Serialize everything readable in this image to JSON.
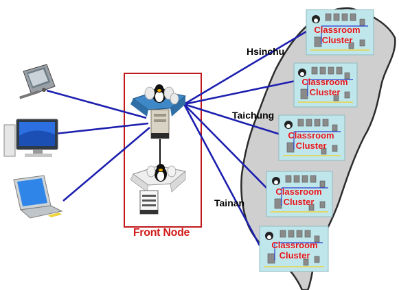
{
  "front_node": {
    "title": "Front Node"
  },
  "cities": [
    {
      "id": "hsinchu",
      "label": "Hsinchu"
    },
    {
      "id": "taichung",
      "label": "Taichung"
    },
    {
      "id": "tainan",
      "label": "Tainan"
    }
  ],
  "clusters": [
    {
      "line1": "Classroom",
      "line2": "Cluster"
    },
    {
      "line1": "Classroom",
      "line2": "Cluster"
    },
    {
      "line1": "Classroom",
      "line2": "Cluster"
    },
    {
      "line1": "Classroom",
      "line2": "Cluster"
    },
    {
      "line1": "Classroom",
      "line2": "Cluster"
    }
  ],
  "clients": [
    {
      "icon": "pda-icon"
    },
    {
      "icon": "desktop-computer-icon"
    },
    {
      "icon": "laptop-icon"
    }
  ],
  "colors": {
    "link_line": "#1c1fae",
    "front_node_border": "#c0181b",
    "front_node_title": "#d11a1a",
    "cluster_text": "#e0141a",
    "taiwan_fill": "#cfcfcf",
    "cluster_panel": "#bfe6ea"
  }
}
